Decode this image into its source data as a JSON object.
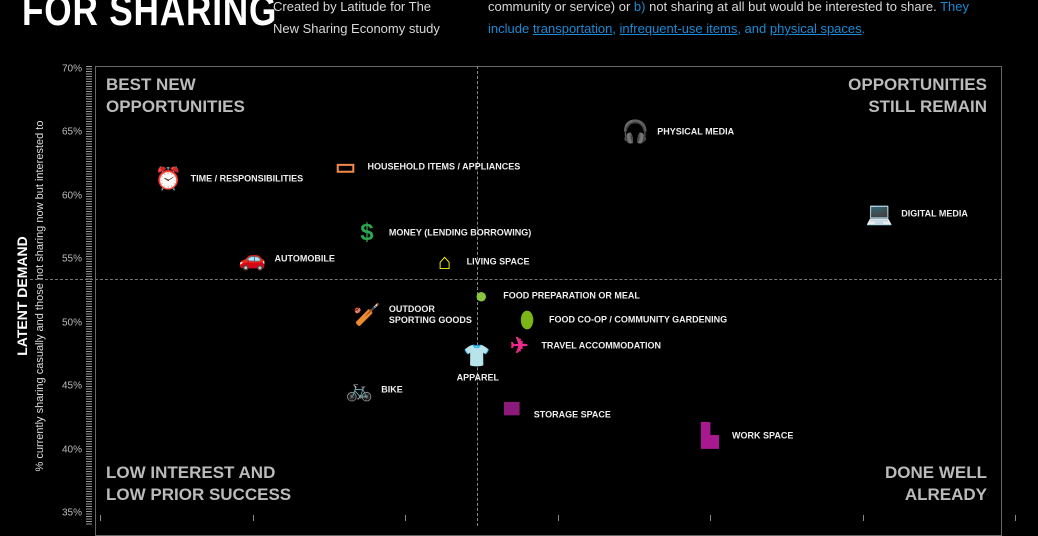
{
  "header": {
    "title": "FOR SHARING",
    "credit_line1": "Created by Latitude for The",
    "credit_line2": "New Sharing Economy study",
    "intro_line1_a": "community or service) or ",
    "intro_b": "b)",
    "intro_line1_c": " not sharing at all but would be interested to share. ",
    "intro_they": "They",
    "intro_include": "include ",
    "link_transportation": "transportation",
    "link_infrequent": "infrequent-use items",
    "intro_and": ", and ",
    "link_physical": "physical spaces",
    "intro_end": "."
  },
  "chart_data": {
    "type": "scatter",
    "ylabel": "LATENT DEMAND",
    "ylabel_sub": "% currently sharing casually and those not sharing now but interested to",
    "ylim": [
      35,
      70
    ],
    "yticks": [
      "70%",
      "65%",
      "60%",
      "55%",
      "50%",
      "45%",
      "40%",
      "35%"
    ],
    "ytick_values": [
      70,
      65,
      60,
      55,
      50,
      45,
      40,
      35
    ],
    "y_divider": 53.4,
    "x_divider": 2.5,
    "xlim": [
      0,
      5.95
    ],
    "quadrants": {
      "top_left": [
        "BEST NEW",
        "OPPORTUNITIES"
      ],
      "top_right": [
        "OPPORTUNITIES",
        "STILL REMAIN"
      ],
      "bottom_left": [
        "LOW INTEREST AND",
        "LOW PRIOR SUCCESS"
      ],
      "bottom_right": [
        "DONE WELL",
        "ALREADY"
      ]
    },
    "points": [
      {
        "label": "TIME / RESPONSIBILITIES",
        "x": 0.45,
        "y": 61.3,
        "color": "#f0894a",
        "icon": "alarm-clock-icon",
        "glyph": "⏰"
      },
      {
        "label": "HOUSEHOLD ITEMS / APPLIANCES",
        "x": 1.61,
        "y": 62.3,
        "color": "#f0894a",
        "icon": "microwave-icon",
        "glyph": "▭"
      },
      {
        "label": "MONEY (LENDING BORROWING)",
        "x": 1.75,
        "y": 57.1,
        "color": "#2ea44f",
        "icon": "dollar-icon",
        "glyph": "$"
      },
      {
        "label": "AUTOMOBILE",
        "x": 1.0,
        "y": 55.0,
        "color": "#f0894a",
        "icon": "car-icon",
        "glyph": "🚗"
      },
      {
        "label": "LIVING SPACE",
        "x": 2.26,
        "y": 54.8,
        "color": "#ffff00",
        "icon": "house-icon",
        "glyph": "⌂"
      },
      {
        "label": "PHYSICAL MEDIA",
        "x": 3.51,
        "y": 65.0,
        "color": "#1a8ad4",
        "icon": "headphones-icon",
        "glyph": "🎧"
      },
      {
        "label": "DIGITAL MEDIA",
        "x": 5.11,
        "y": 58.6,
        "color": "#1a8ad4",
        "icon": "laptop-icon",
        "glyph": "💻"
      },
      {
        "label": "FOOD PREPARATION OR MEAL",
        "x": 2.5,
        "y": 52.1,
        "color": "#8bc53f",
        "icon": "pepper-icon",
        "glyph": "●"
      },
      {
        "label": "OUTDOOR\nSPORTING GOODS",
        "x": 1.75,
        "y": 50.6,
        "color": "#1e9a46",
        "icon": "baseball-player-icon",
        "glyph": "🏏"
      },
      {
        "label": "FOOD CO-OP / COMMUNITY GARDENING",
        "x": 2.8,
        "y": 50.2,
        "color": "#7cb518",
        "icon": "trowel-icon",
        "glyph": "⬮"
      },
      {
        "label": "TRAVEL ACCOMMODATION",
        "x": 2.75,
        "y": 48.2,
        "color": "#ec2a8c",
        "icon": "airplane-icon",
        "glyph": "✈"
      },
      {
        "label": "APPAREL",
        "x": 2.47,
        "y": 47.4,
        "color": "#a8186f",
        "icon": "shirt-icon",
        "glyph": "👕"
      },
      {
        "label": "BIKE",
        "x": 1.7,
        "y": 44.7,
        "color": "#8a2f9e",
        "icon": "bicycle-icon",
        "glyph": "🚲"
      },
      {
        "label": "STORAGE SPACE",
        "x": 2.7,
        "y": 42.7,
        "color": "#8b1a7a",
        "icon": "storage-icon",
        "glyph": "▀"
      },
      {
        "label": "WORK SPACE",
        "x": 4.0,
        "y": 41.1,
        "color": "#a8198f",
        "icon": "building-icon",
        "glyph": "▙"
      }
    ]
  }
}
